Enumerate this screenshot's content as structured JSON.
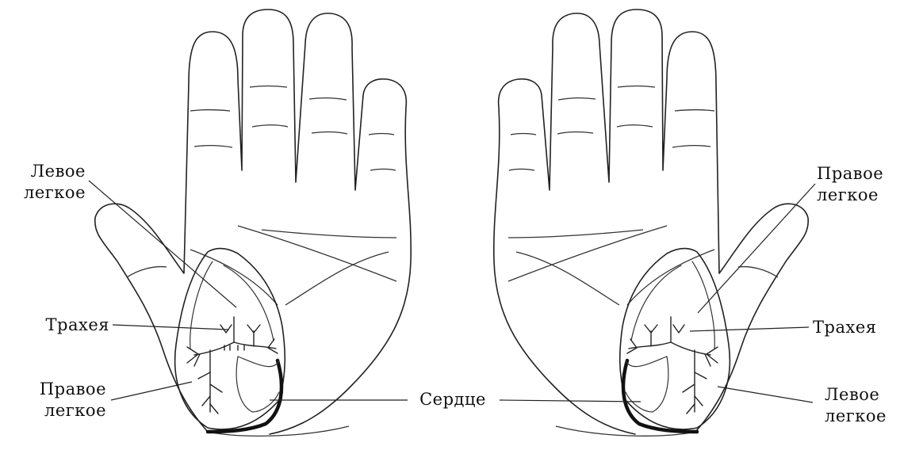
{
  "labels": {
    "left_hand": {
      "left_lung": [
        "Левое",
        "легкое"
      ],
      "trachea": "Трахея",
      "right_lung": [
        "Правое",
        "легкое"
      ]
    },
    "heart": "Сердце",
    "right_hand": {
      "right_lung": [
        "Правое",
        "легкое"
      ],
      "trachea": "Трахея",
      "left_lung": [
        "Левое",
        "легкое"
      ]
    }
  }
}
